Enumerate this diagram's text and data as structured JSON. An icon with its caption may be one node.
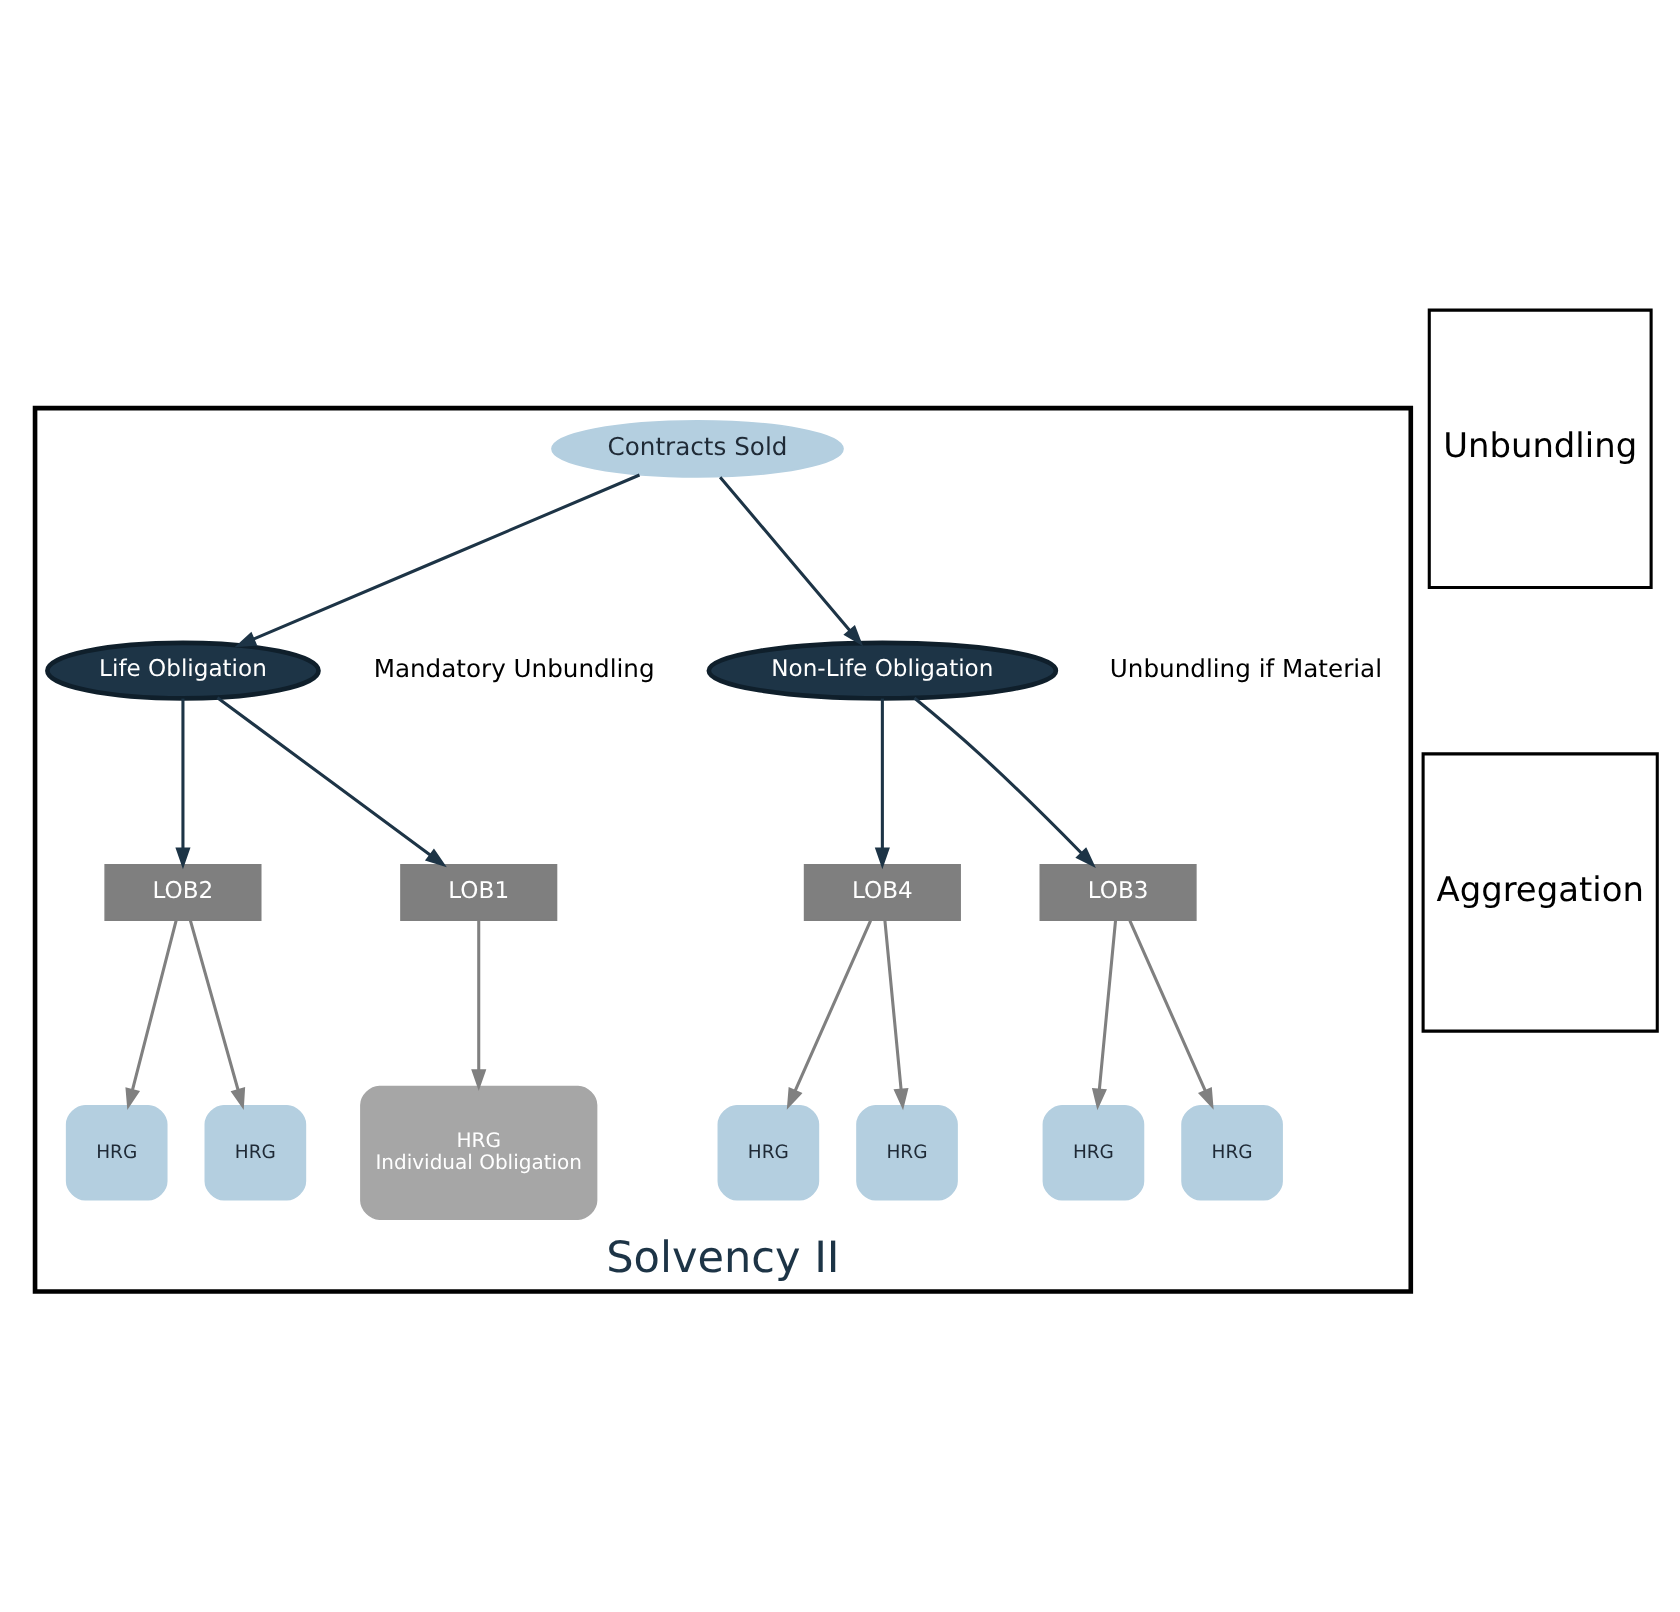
{
  "diagram": {
    "nodes": [
      {
        "text": [
          "Solvency II"
        ]
      },
      {
        "text": [
          "Contracts Sold"
        ],
        "in": 0
      },
      {
        "text": [
          "Life Obligation"
        ],
        "in": 0
      },
      {
        "text": [
          "Non-Life Obligation"
        ],
        "in": 0
      },
      {
        "text": [
          "LOB1"
        ],
        "in": 0
      },
      {
        "text": [
          "LOB2"
        ],
        "in": 0
      },
      {
        "text": [
          "LOB3"
        ],
        "in": 0
      },
      {
        "text": [
          "LOB4"
        ],
        "in": 0
      },
      {
        "text": [
          "HRG",
          "Individual Obligation"
        ],
        "in": 0
      },
      {
        "text": [
          "HRG"
        ],
        "in": 0
      },
      {
        "text": [
          "HRG"
        ],
        "in": 0
      },
      {
        "text": [
          "HRG"
        ],
        "in": 0
      },
      {
        "text": [
          "HRG"
        ],
        "in": 0
      },
      {
        "text": [
          "HRG"
        ],
        "in": 0
      },
      {
        "text": [
          "HRG"
        ],
        "in": 0
      },
      {
        "text": [
          "Unbundling"
        ]
      },
      {
        "text": [
          "Aggregation"
        ]
      }
    ],
    "edges": [
      {
        "from": 1,
        "to": 2,
        "arrow": "to",
        "color": "#1d3446"
      },
      {
        "from": 1,
        "to": 3,
        "arrow": "to",
        "color": "#1d3446"
      },
      {
        "from": 2,
        "to": 4,
        "arrow": "to",
        "color": "#1d3446"
      },
      {
        "from": 2,
        "to": 5,
        "arrow": "to",
        "color": "#1d3446"
      },
      {
        "from": 3,
        "to": 6,
        "arrow": "to",
        "color": "#1d3446"
      },
      {
        "from": 3,
        "to": 7,
        "arrow": "to",
        "color": "#1d3446"
      },
      {
        "from": 4,
        "to": 8,
        "arrow": "to",
        "color": "#808080"
      },
      {
        "from": 5,
        "to": 9,
        "arrow": "to",
        "color": "#808080"
      },
      {
        "from": 5,
        "to": 10,
        "arrow": "to",
        "color": "#808080"
      },
      {
        "from": 6,
        "to": 11,
        "arrow": "to",
        "color": "#808080"
      },
      {
        "from": 6,
        "to": 12,
        "arrow": "to",
        "color": "#808080"
      },
      {
        "from": 7,
        "to": 13,
        "arrow": "to",
        "color": "#808080"
      },
      {
        "from": 7,
        "to": 14,
        "arrow": "to",
        "color": "#808080"
      }
    ],
    "labels": [
      "Mandatory Unbundling",
      "Unbundling if Material"
    ]
  }
}
